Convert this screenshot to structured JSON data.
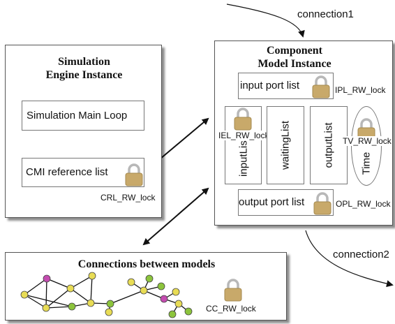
{
  "connections_top": "connection1",
  "connections_bottom": "connection2",
  "sim_engine": {
    "title_line1": "Simulation",
    "title_line2": "Engine Instance",
    "main_loop": "Simulation Main Loop",
    "cmi_list": "CMI reference list",
    "lock_label": "CRL_RW_lock"
  },
  "component_model": {
    "title_line1": "Component",
    "title_line2": "Model Instance",
    "input_port_list": "input port list",
    "ipl_lock": "IPL_RW_lock",
    "input_list": "inputList",
    "iel_lock": "IEL_RW_lock",
    "waiting_list": "waitingList",
    "output_list": "outputList",
    "time": "Time",
    "tv_lock": "TV_RW_lock",
    "output_port_list": "output port list",
    "opl_lock": "OPL_RW_lock"
  },
  "connections_panel": {
    "title": "Connections between models",
    "lock_label": "CC_RW_lock"
  },
  "colors": {
    "lock_body": "#c8a96a",
    "lock_shackle": "#b8b8b8",
    "node_yellow": "#e8dc55",
    "node_green": "#8cc43c",
    "node_magenta": "#c44bb0"
  }
}
